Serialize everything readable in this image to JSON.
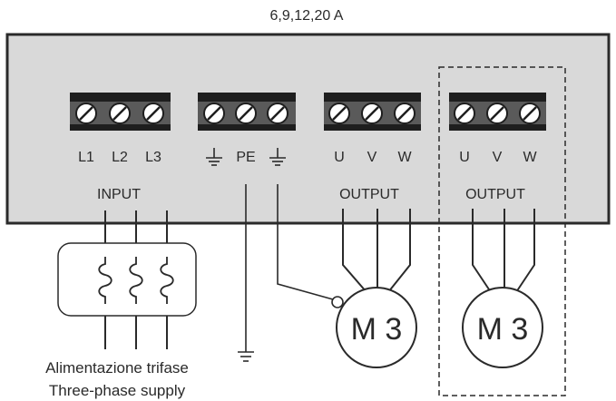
{
  "header": {
    "rating": "6,9,12,20 A"
  },
  "terminals": {
    "input": {
      "pins": [
        "L1",
        "L2",
        "L3"
      ],
      "group_label": "INPUT"
    },
    "ground": {
      "pe_label": "PE"
    },
    "output_1": {
      "pins": [
        "U",
        "V",
        "W"
      ],
      "group_label": "OUTPUT"
    },
    "output_2": {
      "pins": [
        "U",
        "V",
        "W"
      ],
      "group_label": "OUTPUT"
    }
  },
  "motors": {
    "motor_1": "M 3",
    "motor_2": "M 3"
  },
  "supply": {
    "line_it": "Alimentazione trifase",
    "line_en": "Three-phase supply"
  },
  "colors": {
    "housing": "#d9d9d9",
    "terminal_body": "#5a5a5a",
    "terminal_cap": "#1e1e1e",
    "line": "#2a2a2a"
  }
}
